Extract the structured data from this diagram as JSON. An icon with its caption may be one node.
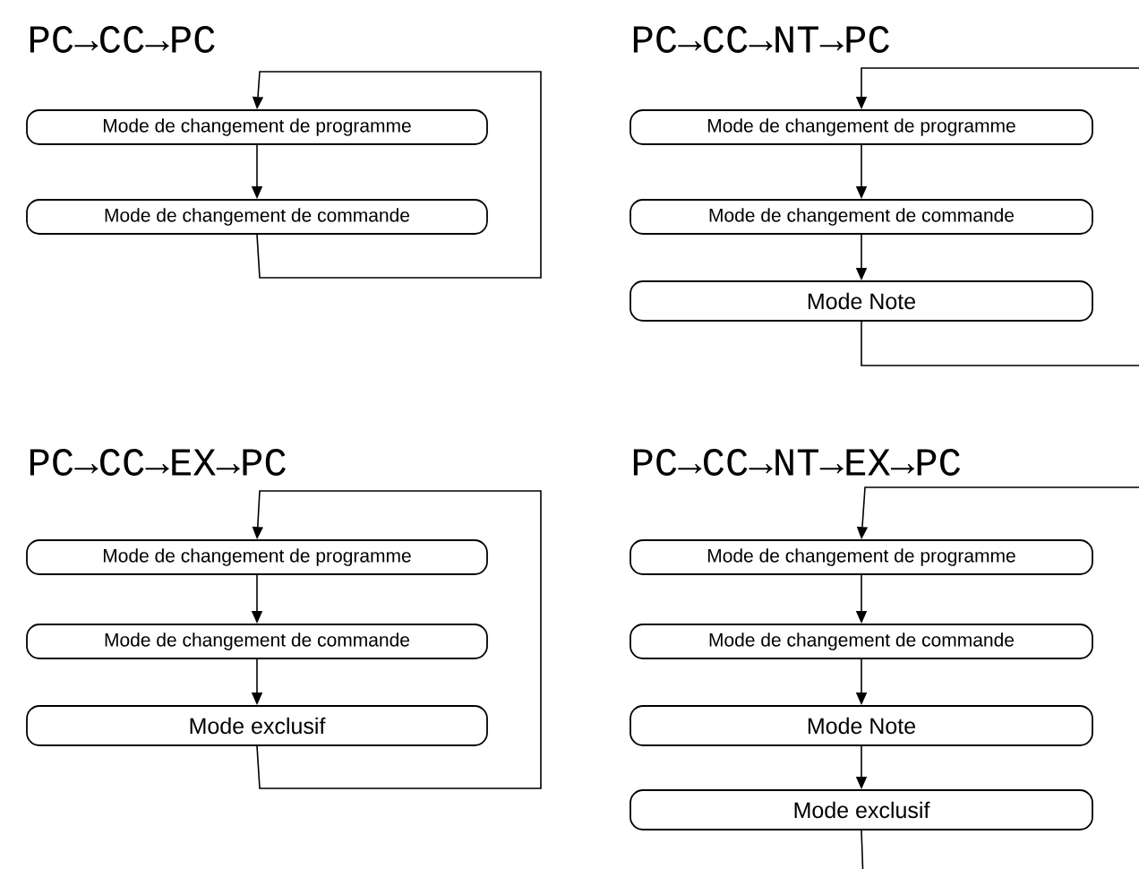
{
  "diagram": {
    "nodes": [
      {
        "text": [
          "Mode de changement de programme"
        ]
      },
      {
        "text": [
          "Mode de changement de commande"
        ]
      },
      {
        "text": [
          "Mode de changement de programme"
        ]
      },
      {
        "text": [
          "Mode de changement de commande"
        ]
      },
      {
        "text": [
          "Mode Note"
        ]
      },
      {
        "text": [
          "Mode de changement de programme"
        ]
      },
      {
        "text": [
          "Mode de changement de commande"
        ]
      },
      {
        "text": [
          "Mode exclusif"
        ]
      },
      {
        "text": [
          "Mode de changement de programme"
        ]
      },
      {
        "text": [
          "Mode de changement de commande"
        ]
      },
      {
        "text": [
          "Mode Note"
        ]
      },
      {
        "text": [
          "Mode exclusif"
        ]
      }
    ],
    "edges": [
      {
        "from": 0,
        "to": 1,
        "arrow": "to"
      },
      {
        "from": 1,
        "to": 0,
        "arrow": "to"
      },
      {
        "from": 2,
        "to": 3,
        "arrow": "to"
      },
      {
        "from": 3,
        "to": 4,
        "arrow": "to"
      },
      {
        "from": 4,
        "to": 2,
        "arrow": "to"
      },
      {
        "from": 5,
        "to": 6,
        "arrow": "to"
      },
      {
        "from": 6,
        "to": 7,
        "arrow": "to"
      },
      {
        "from": 7,
        "to": 5,
        "arrow": "to"
      },
      {
        "from": 8,
        "to": 9,
        "arrow": "to"
      },
      {
        "from": 9,
        "to": 10,
        "arrow": "to"
      },
      {
        "from": 10,
        "to": 11,
        "arrow": "to"
      },
      {
        "from": 11,
        "to": 8,
        "arrow": "to"
      }
    ],
    "labels": [
      "PC→CC→PC",
      "PC→CC→NT→PC",
      "PC→CC→EX→PC",
      "PC→CC→NT→EX→PC"
    ]
  }
}
